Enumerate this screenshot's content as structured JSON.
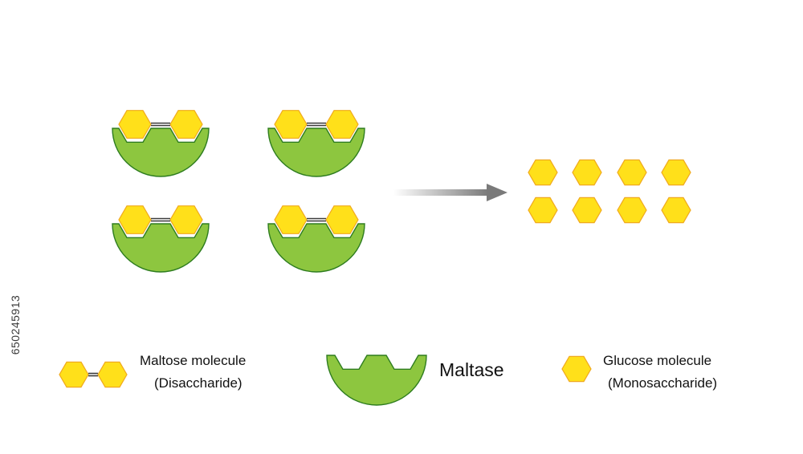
{
  "diagram": {
    "colors": {
      "enzyme_fill": "#8dc63f",
      "enzyme_stroke": "#2e7d1f",
      "glucose_fill": "#ffe01a",
      "glucose_stroke": "#f0a91d",
      "bond": "#3b3b3b",
      "arrow_start": "#ffffff",
      "arrow_end": "#7a7a7a"
    },
    "enzyme_substrate_complex_count": 4,
    "glucose_product_count": 8
  },
  "legend": {
    "maltose_line1": "Maltose molecule",
    "maltose_line2": "(Disaccharide)",
    "maltase": "Maltase",
    "glucose_line1": "Glucose molecule",
    "glucose_line2": "(Monosaccharide)"
  },
  "watermark": {
    "image_id": "650245913"
  }
}
